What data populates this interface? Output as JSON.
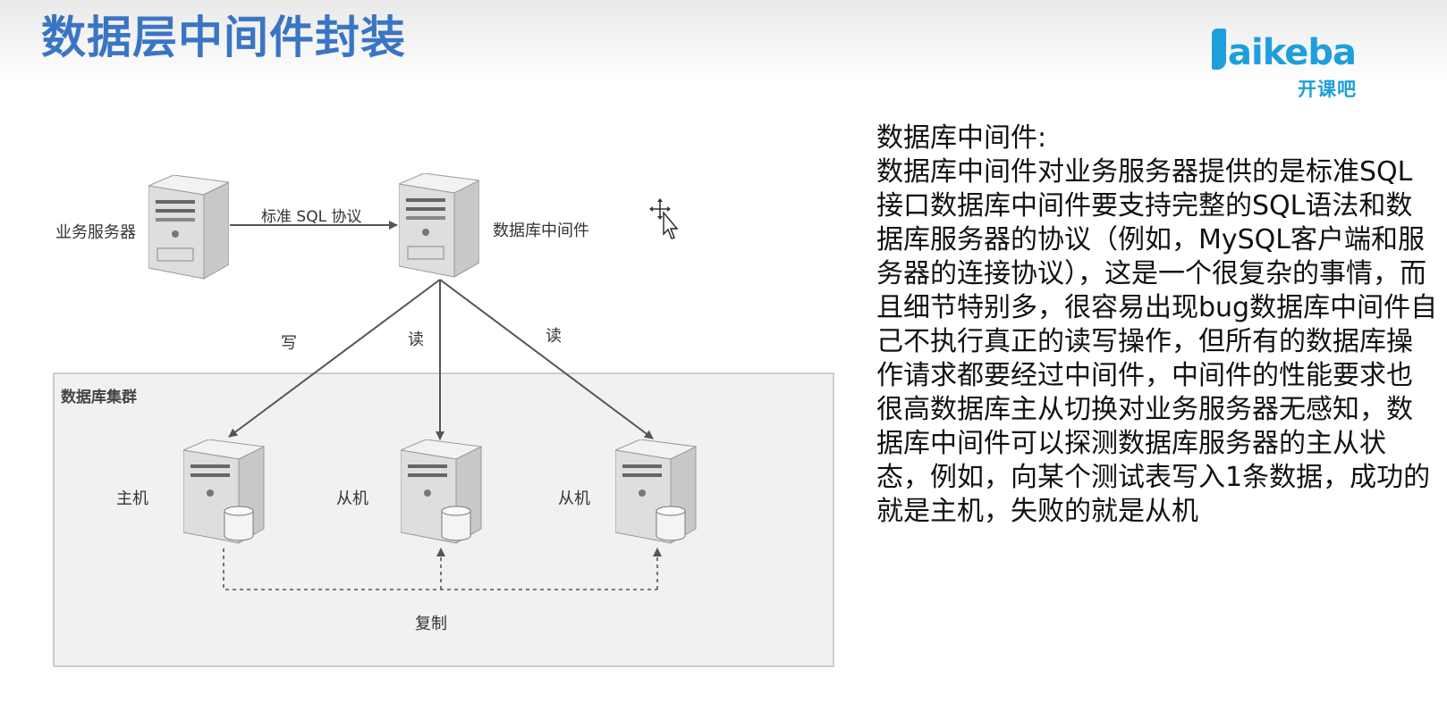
{
  "slide": {
    "title": "数据层中间件封装"
  },
  "logo": {
    "word": "kaikeba",
    "word_tail": "aikeba",
    "subtitle": "开课吧",
    "color": "#1e9fdc"
  },
  "diagram": {
    "business_server": "业务服务器",
    "protocol_label": "标准 SQL 协议",
    "middleware": "数据库中间件",
    "edge_write": "写",
    "edge_read_1": "读",
    "edge_read_2": "读",
    "cluster": "数据库集群",
    "master": "主机",
    "slave_1": "从机",
    "slave_2": "从机",
    "replication": "复制"
  },
  "description": {
    "heading": "数据库中间件:",
    "body": "数据库中间件对业务服务器提供的是标准SQL接口数据库中间件要支持完整的SQL语法和数据库服务器的协议（例如，MySQL客户端和服务器的连接协议），这是一个很复杂的事情，而且细节特别多，很容易出现bug数据库中间件自己不执行真正的读写操作，但所有的数据库操作请求都要经过中间件，中间件的性能要求也很高数据库主从切换对业务服务器无感知，数据库中间件可以探测数据库服务器的主从状态，例如，向某个测试表写入1条数据，成功的就是主机，失败的就是从机"
  },
  "colors": {
    "title": "#3a75c4",
    "cluster_bg": "#f1f1f1",
    "arrow": "#555555"
  }
}
